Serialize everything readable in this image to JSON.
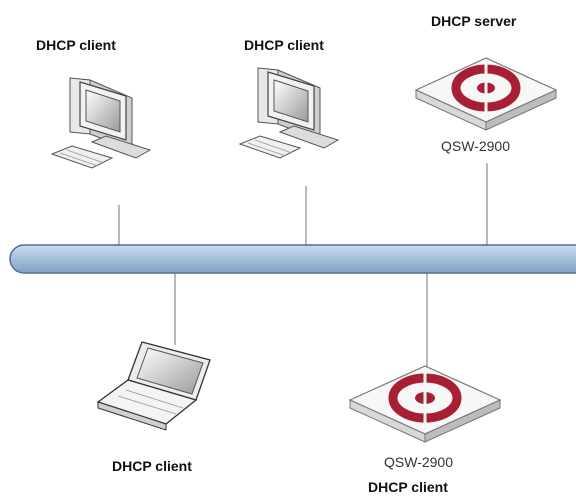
{
  "nodes": {
    "client_top_left": {
      "role": "DHCP client"
    },
    "client_top_mid": {
      "role": "DHCP client"
    },
    "server_top_right": {
      "role": "DHCP server",
      "model": "QSW-2900"
    },
    "client_laptop": {
      "role": "DHCP client"
    },
    "client_switch": {
      "role": "DHCP client",
      "model": "QSW-2900"
    }
  },
  "colors": {
    "bus_fill": "#a9c3de",
    "bus_stroke": "#4d6f93",
    "logo_red": "#a81f33",
    "line": "#8a8a8a"
  }
}
